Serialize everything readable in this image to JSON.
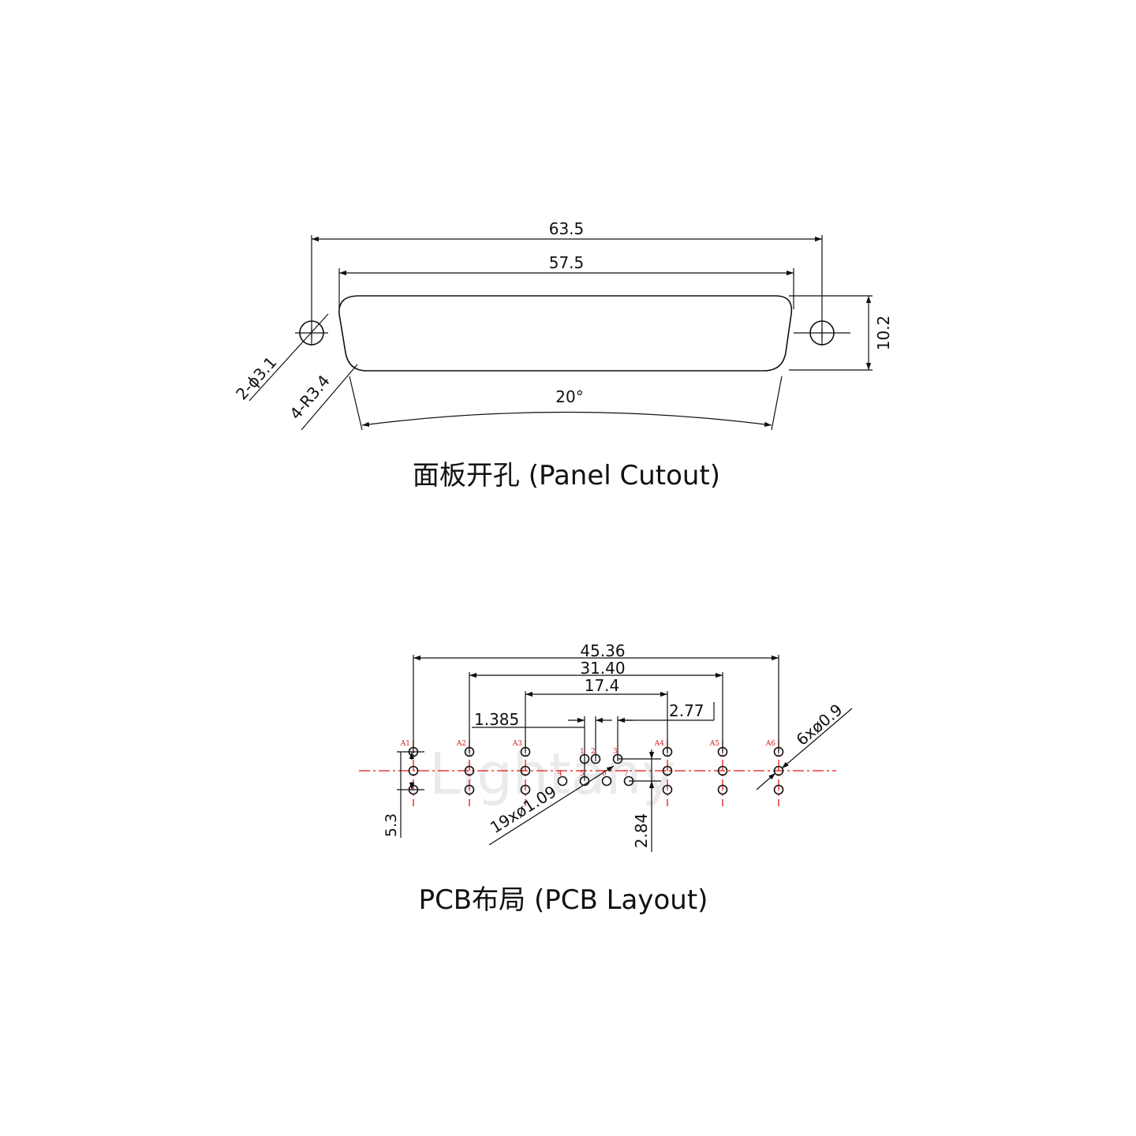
{
  "panel_cutout": {
    "caption": "面板开孔 (Panel Cutout)",
    "dim_overall": "63.5",
    "dim_shell": "57.5",
    "dim_height": "10.2",
    "dim_mount_holes": "2-ϕ3.1",
    "dim_corner_radius": "4-R3.4",
    "dim_angle": "20°"
  },
  "pcb_layout": {
    "caption": "PCB布局 (PCB Layout)",
    "dim_total": "45.36",
    "dim_outer_coax": "31.40",
    "dim_inner_coax": "17.4",
    "dim_signal_pitch": "1.385",
    "dim_signal_offset": "2.77",
    "dim_coax_holes": "6xø0.9",
    "dim_signal_holes": "19xø1.09",
    "dim_row_spacing": "5.3",
    "dim_signal_row_spacing": "2.84",
    "coax_labels": [
      "A1",
      "A2",
      "A3",
      "A4",
      "A5",
      "A6"
    ],
    "signal_labels": [
      "1",
      "2",
      "3",
      "4",
      "5",
      "6",
      "7"
    ],
    "watermark": "Lightany"
  }
}
